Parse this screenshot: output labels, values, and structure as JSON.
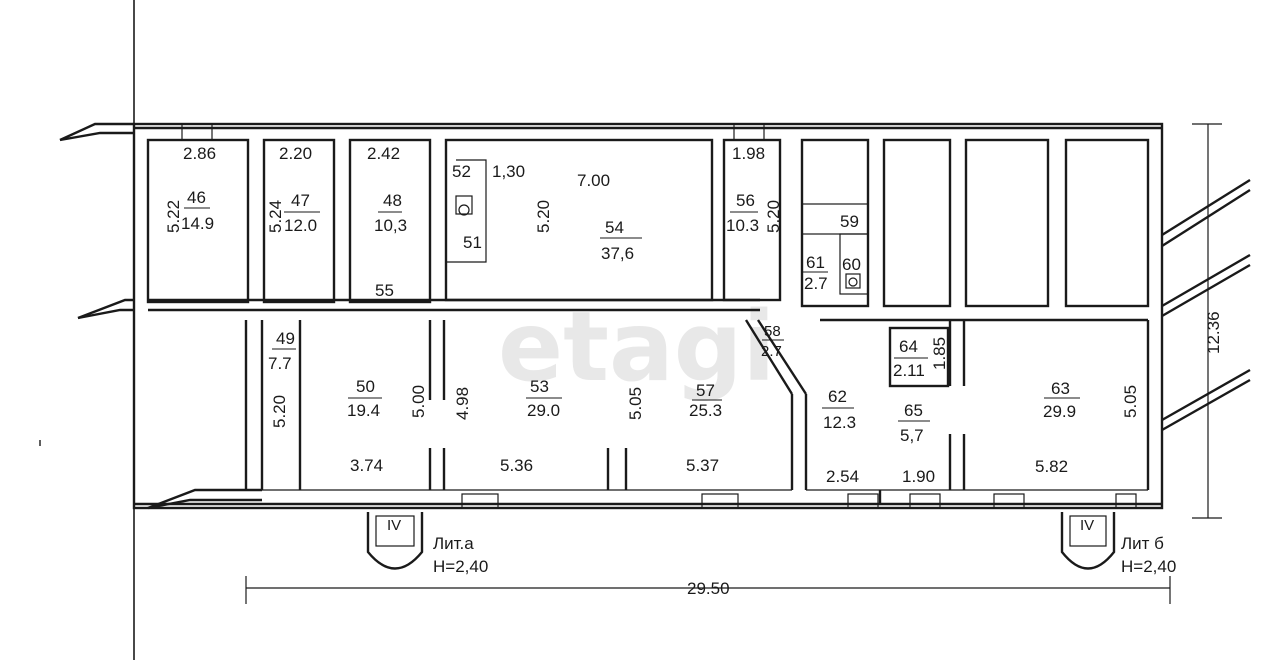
{
  "rooms": {
    "r46": {
      "num": "46",
      "area": "14.9"
    },
    "r47": {
      "num": "47",
      "area": "12.0"
    },
    "r48": {
      "num": "48",
      "area": "10,3"
    },
    "r49": {
      "num": "49",
      "area": "7.7"
    },
    "r50": {
      "num": "50",
      "area": "19.4"
    },
    "r51": {
      "num": "51"
    },
    "r52": {
      "num": "52"
    },
    "r53": {
      "num": "53",
      "area": "29.0"
    },
    "r54": {
      "num": "54",
      "area": "37,6"
    },
    "r55": {
      "num": "55"
    },
    "r56": {
      "num": "56",
      "area": "10.3"
    },
    "r57": {
      "num": "57",
      "area": "25.3"
    },
    "r58": {
      "num": "58",
      "area": "2.7"
    },
    "r59": {
      "num": "59"
    },
    "r60": {
      "num": "60"
    },
    "r61": {
      "num": "61",
      "area": "2.7"
    },
    "r62": {
      "num": "62",
      "area": "12.3"
    },
    "r63": {
      "num": "63",
      "area": "29.9"
    },
    "r64": {
      "num": "64",
      "area": "2.11"
    },
    "r65": {
      "num": "65",
      "area": "5,7"
    }
  },
  "dims": {
    "d286": "2.86",
    "d220": "2.20",
    "d242": "2.42",
    "d130": "1,30",
    "d700": "7.00",
    "d198": "1.98",
    "d522": "5.22",
    "d524": "5.24",
    "d520a": "5.20",
    "d520b": "5.20",
    "d520c": "5.20",
    "d500": "5.00",
    "d498": "4.98",
    "d505a": "5.05",
    "d505b": "5.05",
    "d185": "1.85",
    "d374": "3.74",
    "d536": "5.36",
    "d537": "5.37",
    "d254": "2.54",
    "d190": "1.90",
    "d582": "5.82",
    "d2950": "29.50",
    "d1236": "12.36"
  },
  "entrances": {
    "a": {
      "roman": "IV",
      "lit": "Лит.а",
      "height": "H=2,40"
    },
    "b": {
      "roman": "IV",
      "lit": "Лит б",
      "height": "H=2,40"
    }
  },
  "watermark": "etagi"
}
